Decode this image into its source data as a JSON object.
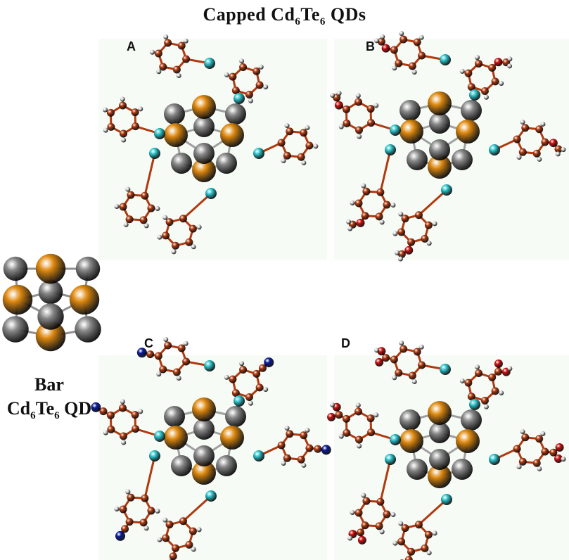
{
  "figure": {
    "title_prefix": "Capped Cd",
    "title_sub1": "6",
    "title_mid": "Te",
    "title_sub2": "6",
    "title_suffix": " QDs"
  },
  "panels": [
    {
      "label": "A"
    },
    {
      "label": "B"
    },
    {
      "label": "C"
    },
    {
      "label": "D"
    }
  ],
  "bare": {
    "line1": "Bar",
    "line2_prefix": "Cd",
    "line2_sub1": "6",
    "line2_mid": "Te",
    "line2_sub2": "6",
    "line2_suffix": " QD"
  },
  "colors": {
    "cadmium": "#8a8a8a",
    "tellurium": "#e08a10",
    "sulfur": "#2cc8d0",
    "carbon": "#b03a10",
    "hydrogen": "#e0e0e0",
    "oxygen": "#d01010",
    "nitrogen": "#0a1a9a",
    "panel_bg": "#f6fbf5"
  }
}
